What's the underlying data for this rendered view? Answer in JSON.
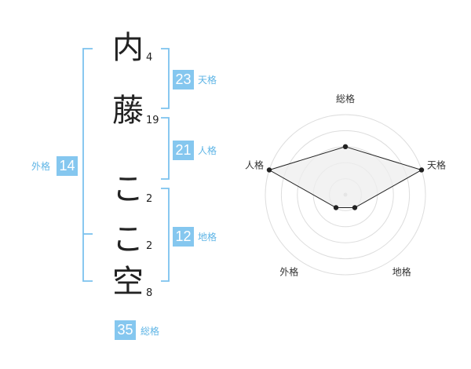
{
  "name": {
    "chars": [
      {
        "char": "内",
        "strokes": "4"
      },
      {
        "char": "藤",
        "strokes": "19"
      },
      {
        "char": "こ",
        "strokes": "2"
      },
      {
        "char": "こ",
        "strokes": "2"
      },
      {
        "char": "空",
        "strokes": "8"
      }
    ]
  },
  "kakusu": {
    "tenkaku": {
      "value": "23",
      "label": "天格"
    },
    "jinkaku": {
      "value": "21",
      "label": "人格"
    },
    "chikaku": {
      "value": "12",
      "label": "地格"
    },
    "gaikaku": {
      "value": "14",
      "label": "外格"
    },
    "soukaku": {
      "value": "35",
      "label": "総格"
    }
  },
  "colors": {
    "accent": "#85c7ef",
    "bracket": "#7cc2ee",
    "label": "#5fb5e6",
    "radar_fill": "#eeeeee",
    "radar_line": "#222222",
    "ring": "#dddddd"
  },
  "chart_data": {
    "type": "radar",
    "axes": [
      "総格",
      "天格",
      "地格",
      "外格",
      "人格"
    ],
    "values": [
      3,
      5,
      1,
      1,
      5
    ],
    "rlim": [
      0,
      5
    ],
    "rings": 5
  }
}
